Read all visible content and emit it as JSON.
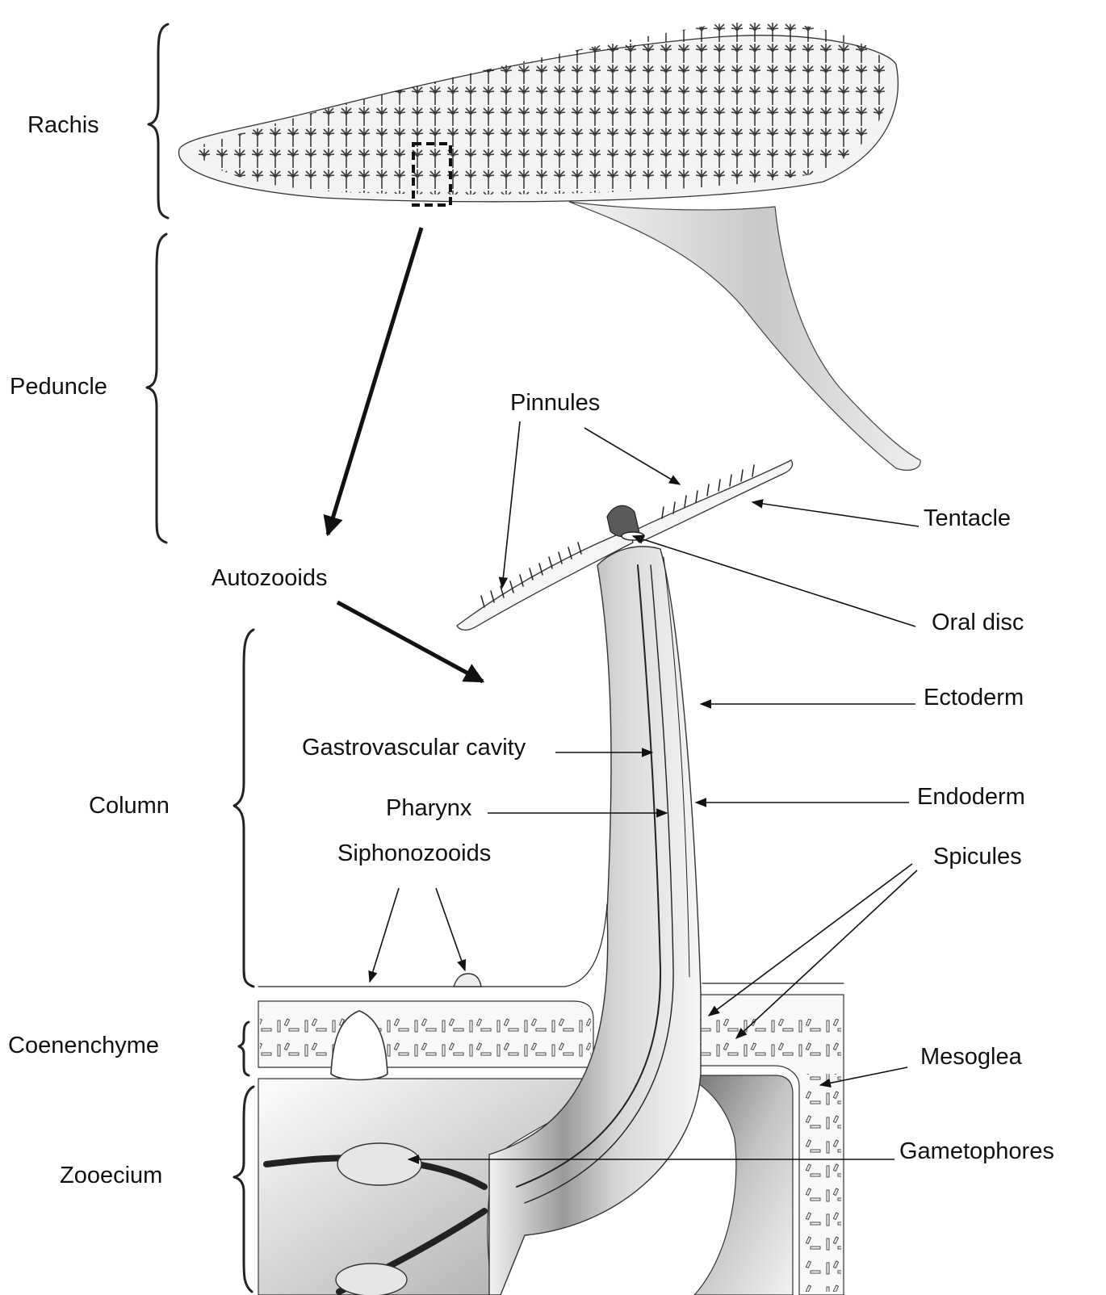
{
  "labels": {
    "rachis": "Rachis",
    "peduncle": "Peduncle",
    "autozooids": "Autozooids",
    "pinnules": "Pinnules",
    "tentacle": "Tentacle",
    "oral_disc": "Oral disc",
    "ectoderm": "Ectoderm",
    "gastrovascular_cavity": "Gastrovascular cavity",
    "endoderm": "Endoderm",
    "pharynx": "Pharynx",
    "column": "Column",
    "siphonozooids": "Siphonozooids",
    "spicules": "Spicules",
    "coenenchyme": "Coenenchyme",
    "mesoglea": "Mesoglea",
    "zooecium": "Zooecium",
    "gametophores": "Gametophores"
  },
  "colors": {
    "ink": "#222222",
    "shade_dark": "#8a8a8a",
    "shade_mid": "#bdbdbd",
    "shade_light": "#e4e4e4",
    "background": "#ffffff"
  }
}
